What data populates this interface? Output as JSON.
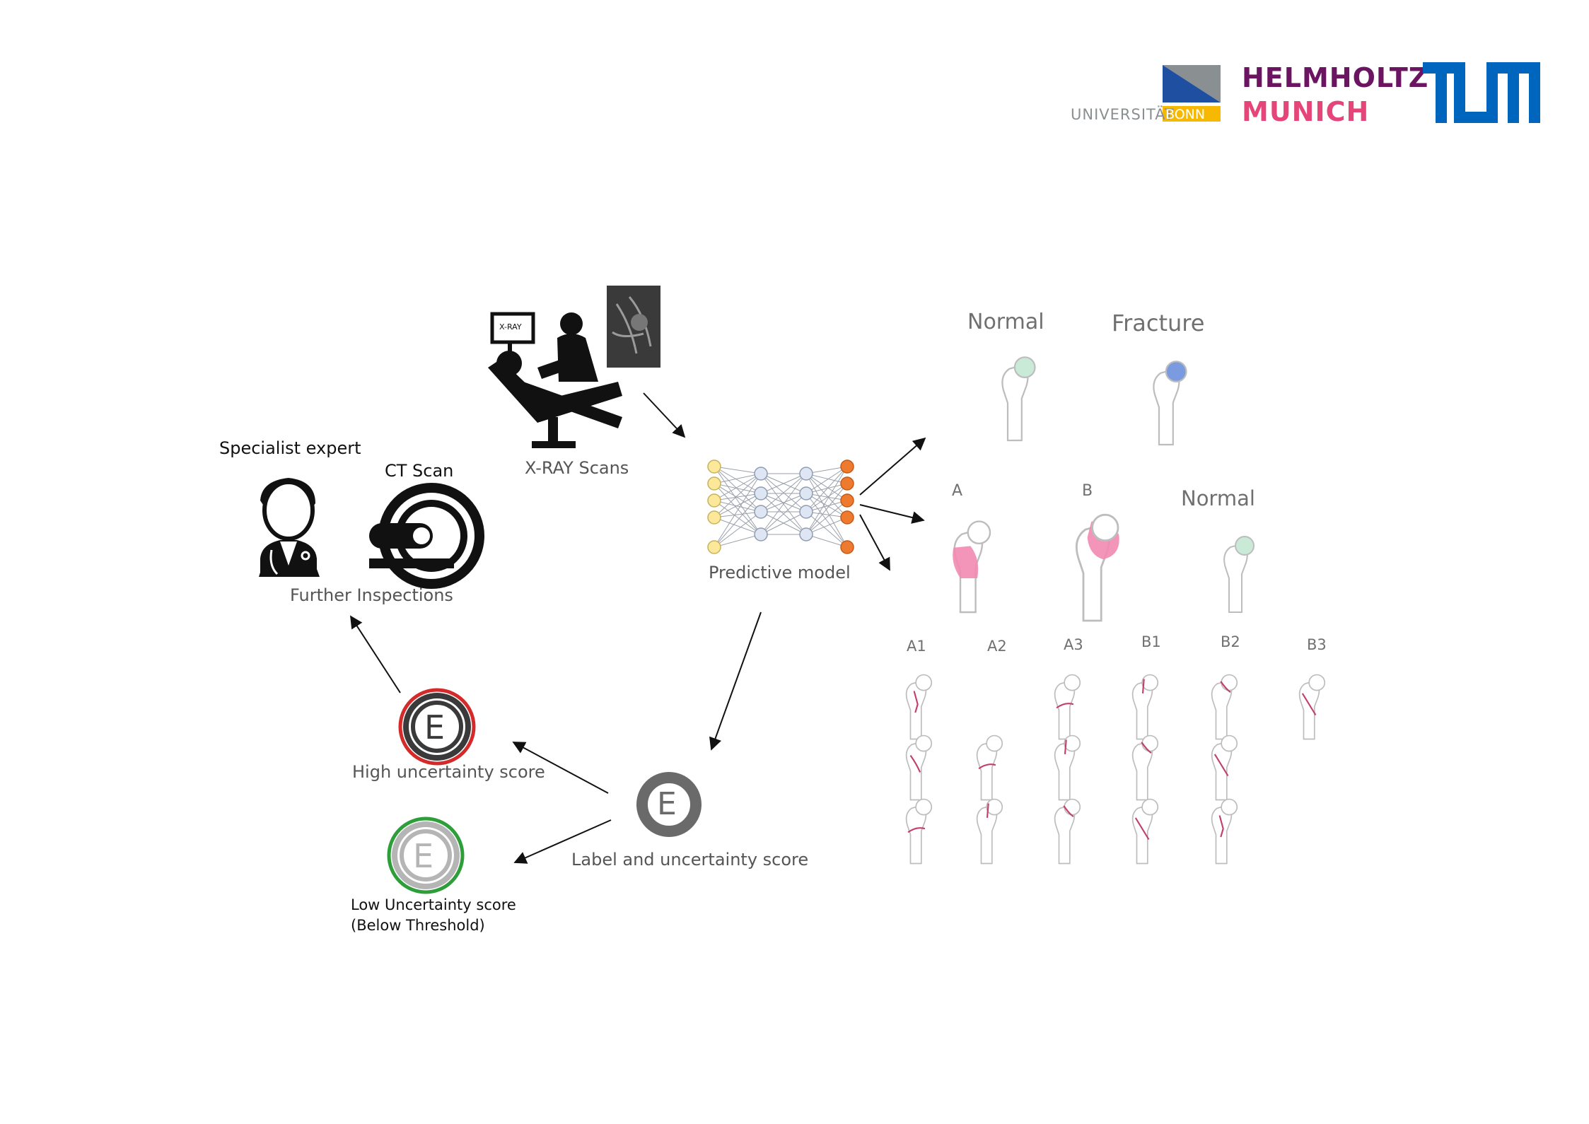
{
  "logos": {
    "bonn_text": "UNIVERSITÄT",
    "bonn_badge": "BONN",
    "helmholtz_line1": "HELMHOLTZ",
    "helmholtz_line2": "MUNICH",
    "tum": "TUM",
    "colors": {
      "bonn_blue": "#1f4fa0",
      "bonn_grey": "#8a8f92",
      "bonn_yellow": "#f6b800",
      "helmholtz_purple": "#6b1562",
      "helmholtz_pink": "#e6457a",
      "tum_blue": "#0065bd"
    }
  },
  "diagram": {
    "xray_label": "X-RAY Scans",
    "xray_screen": "X-RAY",
    "model_label": "Predictive model",
    "specialist_label": "Specialist expert",
    "ct_label": "CT Scan",
    "further_label": "Further Inspections",
    "high_label": "High uncertainty score",
    "label_uncertainty": "Label and uncertainty score",
    "low_label_line1": "Low Uncertainty score",
    "low_label_line2": "(Below Threshold)",
    "e_glyph": "E",
    "colors": {
      "high_ring": "#d42a2a",
      "low_ring": "#2e9e3a",
      "e_dark": "#5f5f5f",
      "neuron_in": "#fbe89a",
      "neuron_hidden": "#dfe6f3",
      "neuron_out": "#ee7a2f"
    }
  },
  "classes": {
    "top": [
      "Normal",
      "Fracture"
    ],
    "middle": [
      "A",
      "B",
      "Normal"
    ],
    "subtypes": [
      "A1",
      "A2",
      "A3",
      "B1",
      "B2",
      "B3"
    ],
    "colors": {
      "normal_head": "#c8ead7",
      "fracture_head": "#7a9be0",
      "pink_region": "#f28ab0",
      "fracture_line": "#c0406a"
    }
  }
}
